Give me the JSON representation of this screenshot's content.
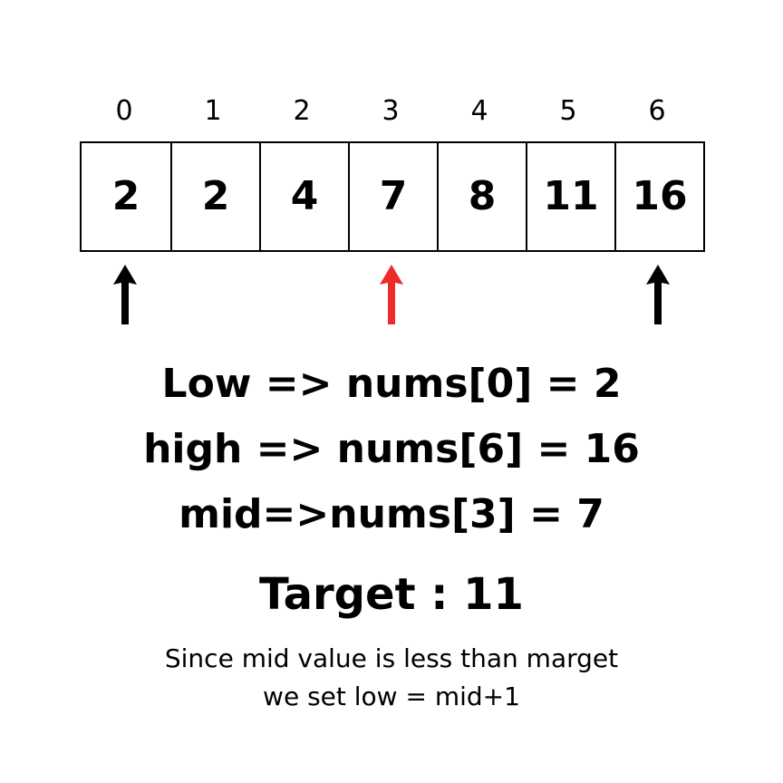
{
  "indices": [
    "0",
    "1",
    "2",
    "3",
    "4",
    "5",
    "6"
  ],
  "values": [
    "2",
    "2",
    "4",
    "7",
    "8",
    "11",
    "16"
  ],
  "arrows": [
    {
      "name": "low-pointer-arrow-icon",
      "index": 0,
      "color": "#000000"
    },
    {
      "name": "mid-pointer-arrow-icon",
      "index": 3,
      "color": "#ee2b2b"
    },
    {
      "name": "high-pointer-arrow-icon",
      "index": 6,
      "color": "#000000"
    }
  ],
  "lines": {
    "low": "Low => nums[0] = 2",
    "high": "high => nums[6] = 16",
    "mid": "mid=>nums[3] = 7"
  },
  "target": "Target : 11",
  "note": {
    "line1": "Since mid value is less than marget",
    "line2": "we set low = mid+1"
  }
}
